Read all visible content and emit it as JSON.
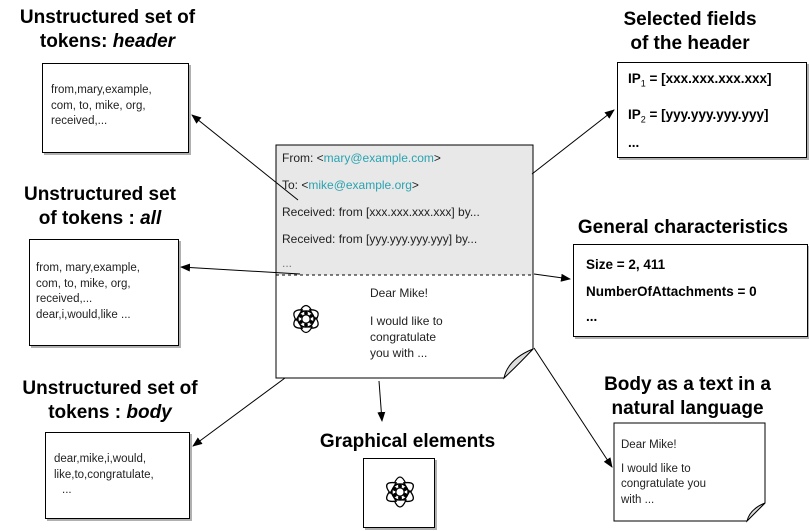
{
  "headings": {
    "header_tokens_line1": "Unstructured set of",
    "header_tokens_line2_pre": "tokens: ",
    "header_tokens_line2_em": "header",
    "all_tokens_line1": "Unstructured set",
    "all_tokens_line2_pre": "of tokens : ",
    "all_tokens_line2_em": "all",
    "body_tokens_line1": "Unstructured set of",
    "body_tokens_line2_pre": "tokens : ",
    "body_tokens_line2_em": "body",
    "selected_line1": "Selected fields",
    "selected_line2": "of the header",
    "general": "General characteristics",
    "natural_line1": "Body as a text in a",
    "natural_line2": "natural language",
    "graphical": "Graphical elements"
  },
  "header_tokens": [
    "from,mary,example,",
    "com, to, mike, org,",
    "received,..."
  ],
  "all_tokens": [
    "from, mary,example,",
    "com, to, mike, org,",
    "received,...",
    "dear,i,would,like ..."
  ],
  "body_tokens": [
    "dear,mike,i,would,",
    "like,to,congratulate,",
    "..."
  ],
  "selected_fields": {
    "ip1_label": "IP",
    "ip1_sub": "1",
    "ip1_value": " = [xxx.xxx.xxx.xxx]",
    "ip2_label": "IP",
    "ip2_sub": "2",
    "ip2_value": " = [yyy.yyy.yyy.yyy]",
    "more": "..."
  },
  "general_characteristics": {
    "size": "Size = 2, 411",
    "attachments": "NumberOfAttachments = 0",
    "more": "..."
  },
  "email": {
    "from_prefix": "From: <",
    "from_address": "mary@example.com",
    "from_suffix": ">",
    "to_prefix": "To: <",
    "to_address": "mike@example.org",
    "to_suffix": ">",
    "received1": "Received: from [xxx.xxx.xxx.xxx] by...",
    "received2": "Received: from [yyy.yyy.yyy.yyy] by...",
    "header_more": "...",
    "greeting": "Dear Mike!",
    "body_lines": [
      "I would like to",
      "congratulate",
      "you with ..."
    ],
    "link_color": "#2aa3b0",
    "header_bg": "#e8e8e8"
  },
  "natural_text": {
    "greeting": "Dear Mike!",
    "lines": [
      "I would like to",
      "congratulate you",
      "with ..."
    ]
  },
  "icons": [
    "flower-icon"
  ]
}
